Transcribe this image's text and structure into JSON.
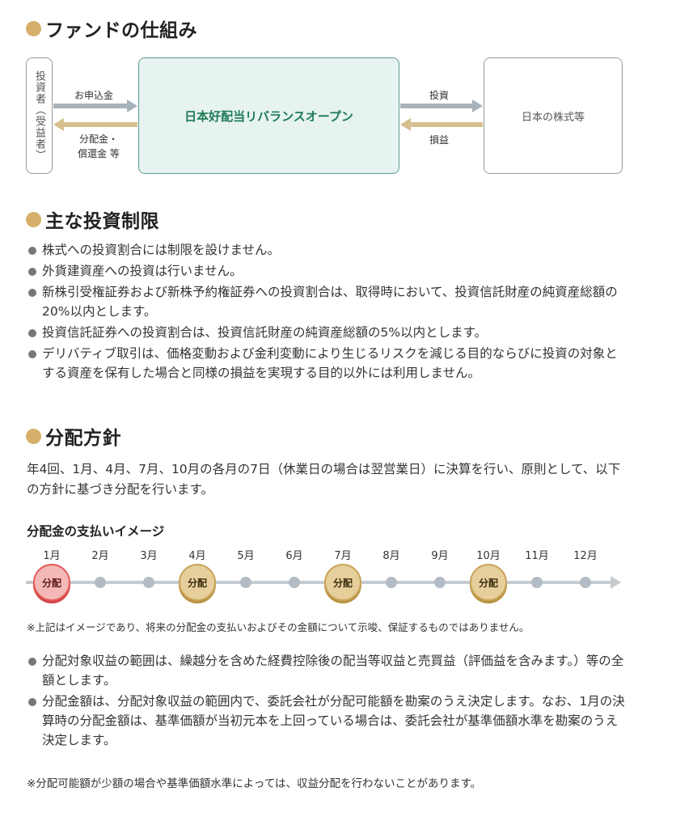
{
  "sections": {
    "fund_structure": "ファンドの仕組み",
    "restrictions": "主な投資制限",
    "policy": "分配方針"
  },
  "diagram": {
    "investor": "投資者（受益者）",
    "subscription": "お申込金",
    "distribution_line1": "分配金・",
    "distribution_line2": "償還金 等",
    "fund_name": "日本好配当リバランスオープン",
    "invest": "投資",
    "profit_loss": "損益",
    "stocks": "日本の株式等"
  },
  "restrictions": [
    "株式への投資割合には制限を設けません。",
    "外貨建資産への投資は行いません。",
    "新株引受権証券および新株予約権証券への投資割合は、取得時において、投資信託財産の純資産総額の20%以内とします。",
    "投資信託証券への投資割合は、投資信託財産の純資産総額の5%以内とします。",
    "デリバティブ取引は、価格変動および金利変動により生じるリスクを減じる目的ならびに投資の対象とする資産を保有した場合と同様の損益を実現する目的以外には利用しません。"
  ],
  "policy_text": "年4回、1月、4月、7月、10月の各月の7日（休業日の場合は翌営業日）に決算を行い、原則として、以下の方針に基づき分配を行います。",
  "timeline": {
    "title": "分配金の支払いイメージ",
    "months": [
      "1月",
      "2月",
      "3月",
      "4月",
      "5月",
      "6月",
      "7月",
      "8月",
      "9月",
      "10月",
      "11月",
      "12月"
    ],
    "coin_label": "分配",
    "distribution_months": [
      0,
      3,
      6,
      9
    ],
    "highlight_month": 0,
    "colors": {
      "gold": "#e6cf9b",
      "red": "#f4b9b7",
      "line": "#c6cbd0"
    }
  },
  "timeline_note": "※上記はイメージであり、将来の分配金の支払いおよびその金額について示唆、保証するものではありません。",
  "policy_bullets": [
    "分配対象収益の範囲は、繰越分を含めた経費控除後の配当等収益と売買益（評価益を含みます。）等の全額とします。",
    "分配金額は、分配対象収益の範囲内で、委託会社が分配可能額を勘案のうえ決定します。なお、1月の決算時の分配金額は、基準価額が当初元本を上回っている場合は、委託会社が基準価額水準を勘案のうえ決定します。"
  ],
  "final_note": "※分配可能額が少額の場合や基準価額水準によっては、収益分配を行わないことがあります。",
  "accent_color": "#d6b06a"
}
